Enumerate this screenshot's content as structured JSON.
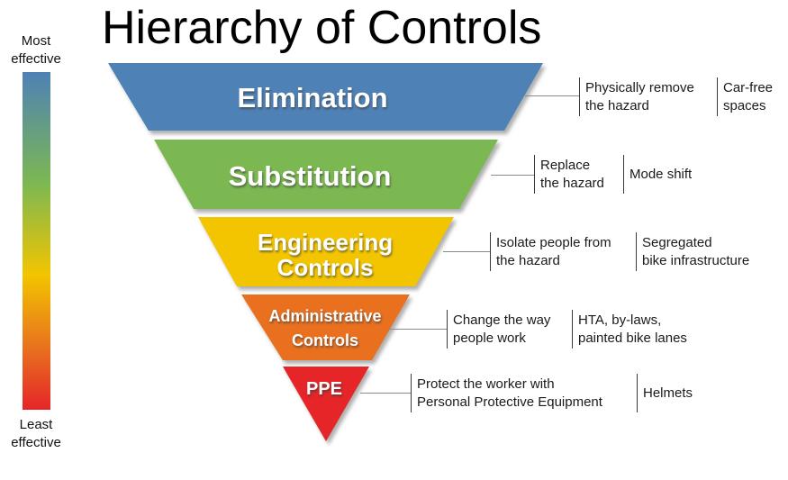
{
  "title": "Hierarchy of Controls",
  "scale": {
    "most_label": "Most effective",
    "least_label": "Least effective",
    "gradient_colors": [
      "#4E81B5",
      "#7CB852",
      "#F2C500",
      "#E8701F",
      "#E52528"
    ]
  },
  "levels": [
    {
      "label_lines": [
        "Elimination"
      ],
      "color": "#4E81B5",
      "description_lines": [
        "Physically remove",
        "the hazard"
      ],
      "example_lines": [
        "Car-free",
        "spaces"
      ]
    },
    {
      "label_lines": [
        "Substitution"
      ],
      "color": "#7CB852",
      "description_lines": [
        "Replace",
        "the hazard"
      ],
      "example_lines": [
        "Mode shift"
      ]
    },
    {
      "label_lines": [
        "Engineering",
        "Controls"
      ],
      "color": "#F2C500",
      "description_lines": [
        "Isolate people from",
        "the hazard"
      ],
      "example_lines": [
        "Segregated",
        "bike infrastructure"
      ]
    },
    {
      "label_lines": [
        "Administrative",
        "Controls"
      ],
      "color": "#E8701F",
      "description_lines": [
        "Change the way",
        "people work"
      ],
      "example_lines": [
        "HTA, by-laws,",
        "painted bike lanes"
      ]
    },
    {
      "label_lines": [
        "PPE"
      ],
      "color": "#E52528",
      "description_lines": [
        "Protect the worker with",
        "Personal Protective Equipment"
      ],
      "example_lines": [
        "Helmets"
      ]
    }
  ]
}
